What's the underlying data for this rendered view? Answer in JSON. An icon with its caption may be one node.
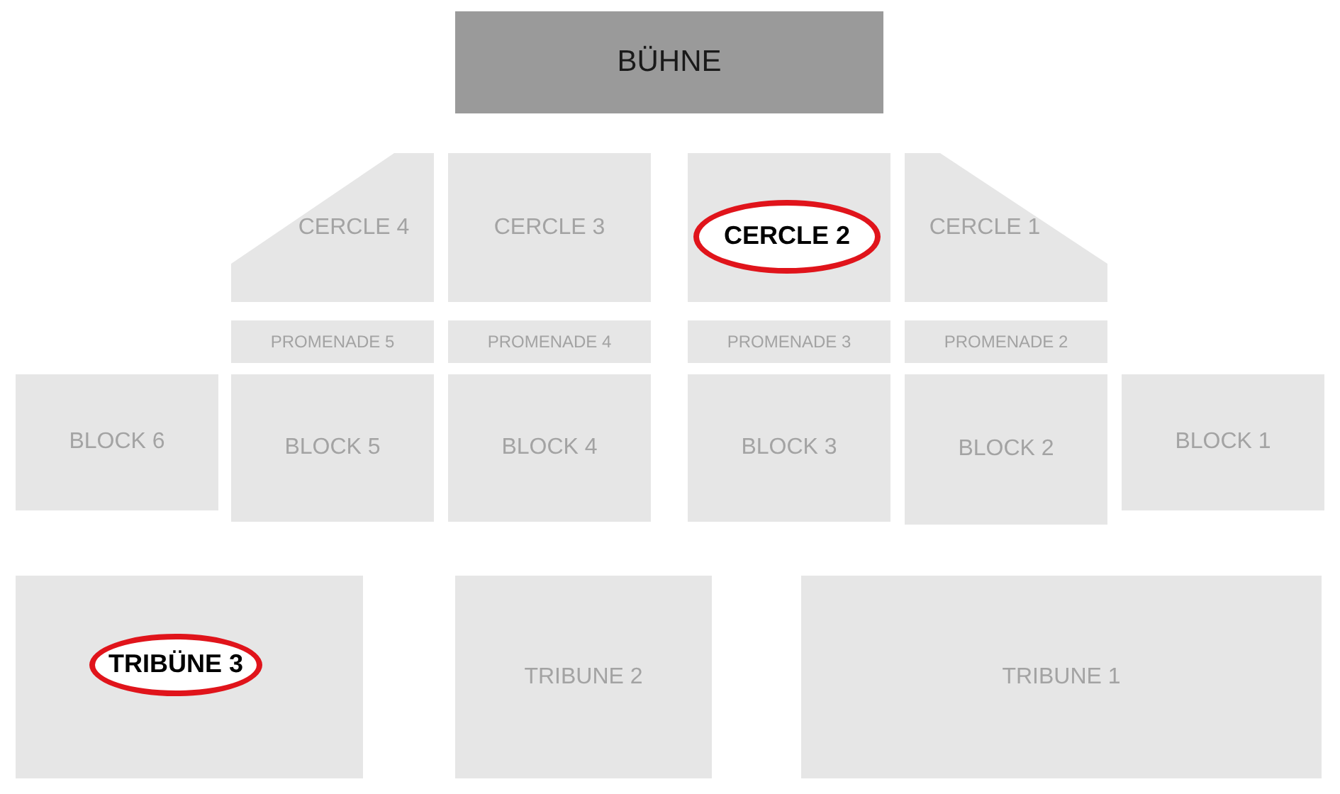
{
  "diagram": {
    "nodes": [
      {
        "text": [
          "BÜHNE"
        ]
      },
      {
        "text": [
          "CERCLE 4"
        ]
      },
      {
        "text": [
          "CERCLE 3"
        ]
      },
      {
        "text": [],
        "shape": "box"
      },
      {
        "text": [
          "CERCLE 2"
        ],
        "in": 3
      },
      {
        "text": [
          "CERCLE 1"
        ]
      },
      {
        "text": [
          "PROMENADE 5"
        ]
      },
      {
        "text": [
          "PROMENADE 4"
        ]
      },
      {
        "text": [
          "PROMENADE 3"
        ]
      },
      {
        "text": [
          "PROMENADE 2"
        ]
      },
      {
        "text": [
          "BLOCK 6"
        ]
      },
      {
        "text": [
          "BLOCK 5"
        ]
      },
      {
        "text": [
          "BLOCK 4"
        ]
      },
      {
        "text": [
          "BLOCK 3"
        ]
      },
      {
        "text": [
          "BLOCK 2"
        ]
      },
      {
        "text": [
          "BLOCK 1"
        ]
      },
      {
        "text": [],
        "shape": "box"
      },
      {
        "text": [
          "TRIBÜNE 3"
        ],
        "in": 16
      },
      {
        "text": [
          "TRIBUNE 2"
        ]
      },
      {
        "text": [
          "TRIBUNE 1"
        ]
      }
    ]
  }
}
